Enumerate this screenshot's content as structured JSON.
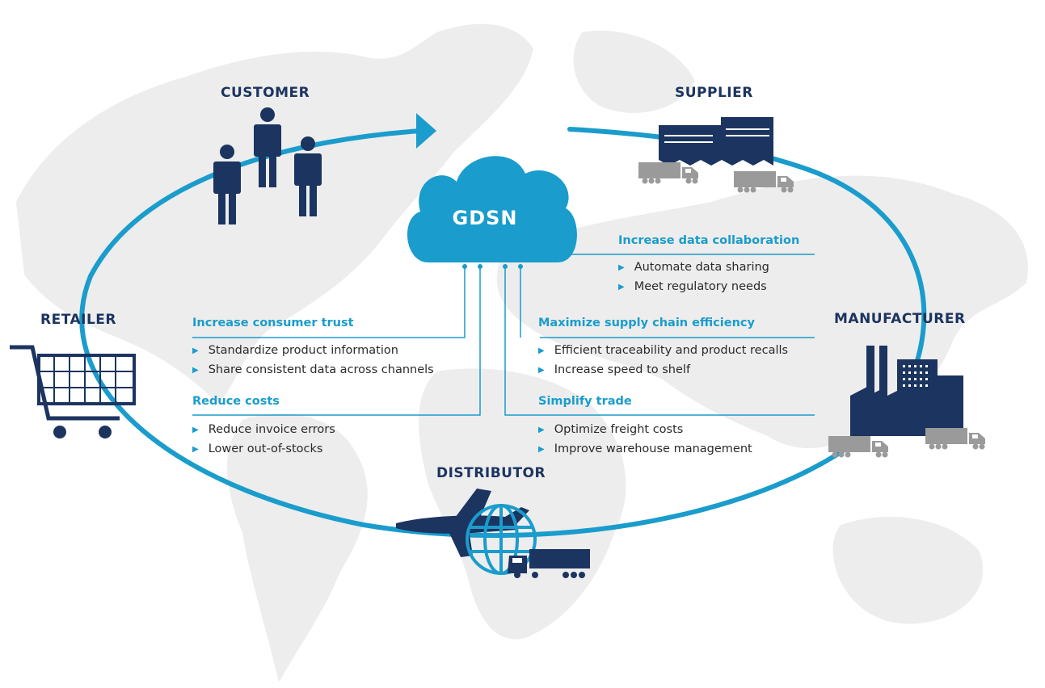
{
  "hub": {
    "label": "GDSN"
  },
  "nodes": {
    "customer": "CUSTOMER",
    "supplier": "SUPPLIER",
    "retailer": "RETAILER",
    "manufacturer": "MANUFACTURER",
    "distributor": "DISTRIBUTOR"
  },
  "benefits": {
    "data_collaboration": {
      "title": "Increase data collaboration",
      "items": [
        "Automate data sharing",
        "Meet regulatory needs"
      ]
    },
    "consumer_trust": {
      "title": "Increase consumer trust",
      "items": [
        "Standardize product information",
        "Share consistent data across channels"
      ]
    },
    "supply_chain": {
      "title": "Maximize supply chain efficiency",
      "items": [
        "Efficient traceability and product recalls",
        "Increase speed to shelf"
      ]
    },
    "reduce_costs": {
      "title": "Reduce costs",
      "items": [
        "Reduce invoice errors",
        "Lower out-of-stocks"
      ]
    },
    "simplify_trade": {
      "title": "Simplify trade",
      "items": [
        "Optimize freight costs",
        "Improve warehouse management"
      ]
    }
  },
  "colors": {
    "ring": "#1a9ccc",
    "navy": "#1c3460",
    "map": "#ededed",
    "truck": "#9a9a9a"
  }
}
